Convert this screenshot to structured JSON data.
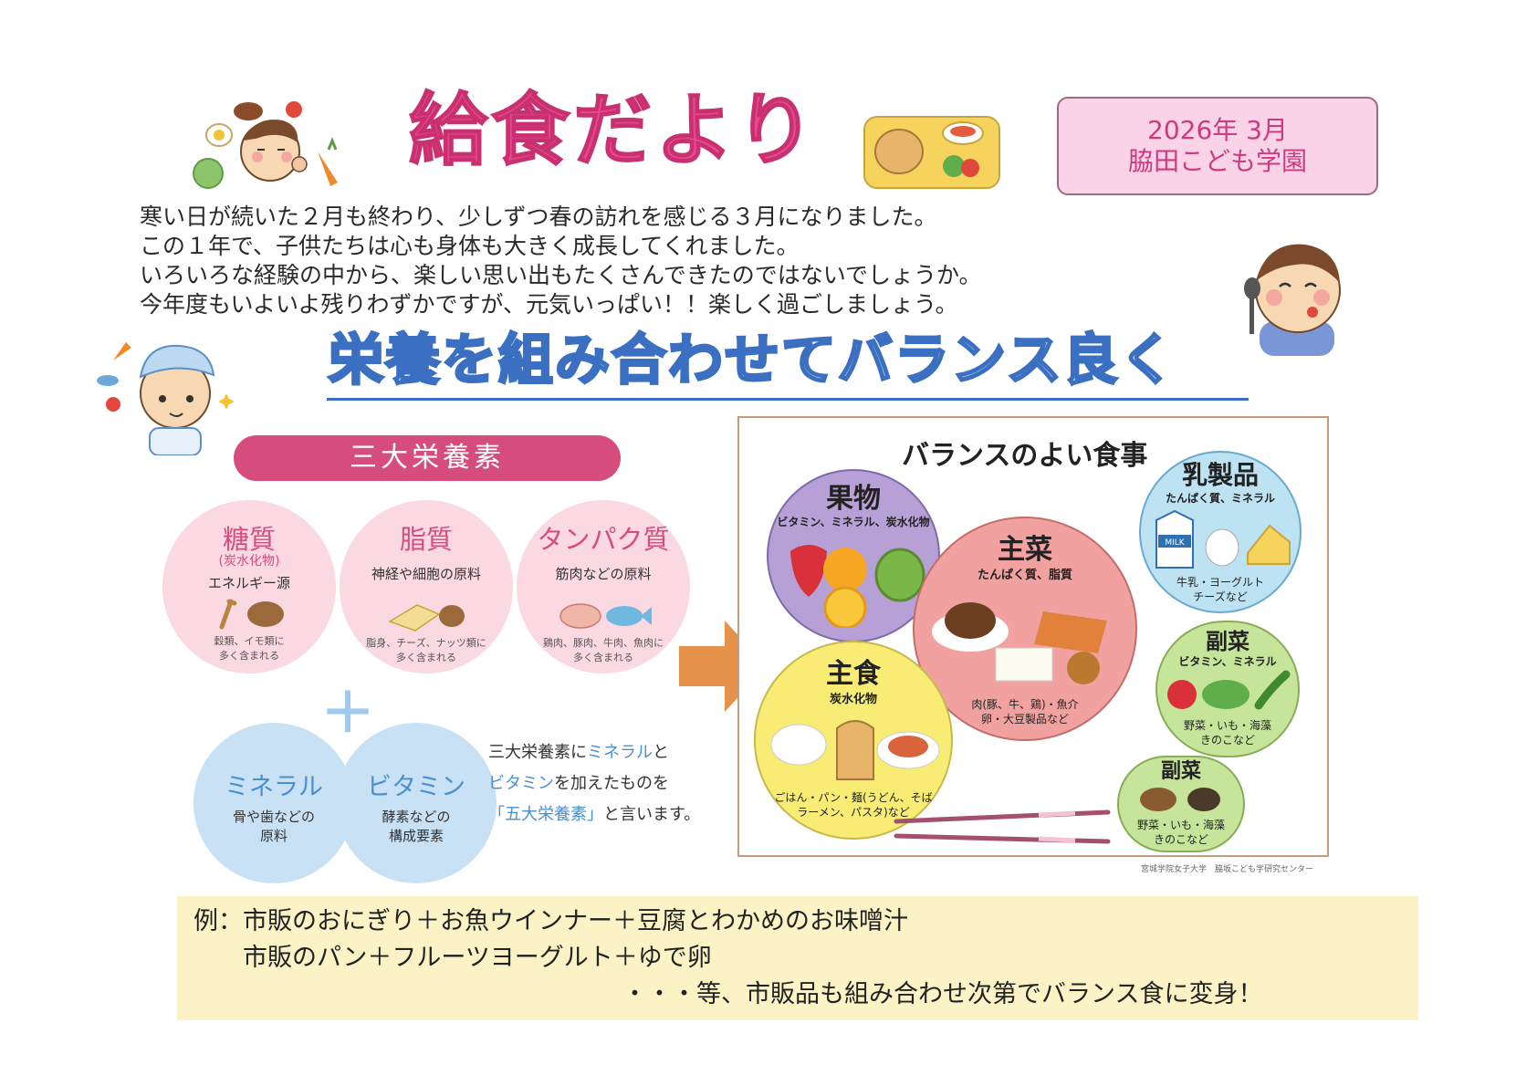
{
  "header": {
    "title": "給食だより",
    "date": "2026年 3月",
    "school": "脇田こども学園"
  },
  "intro": {
    "lines": [
      "寒い日が続いた２月も終わり、少しずつ春の訪れを感じる３月になりました。",
      "この１年で、子供たちは心も身体も大きく成長してくれました。",
      "いろいろな経験の中から、楽しい思い出もたくさんできたのではないでしょうか。",
      "今年度もいよいよ残りわずかですが、元気いっぱい！！楽しく過ごしましょう。"
    ]
  },
  "section": {
    "heading": "栄養を組み合わせてバランス良く",
    "three_nutrients_label": "三大栄養素",
    "nutrients": [
      {
        "name": "糖質",
        "sub": "(炭水化物)",
        "role": "エネルギー源",
        "foods": "穀類、イモ類に",
        "foods2": "多く含まれる"
      },
      {
        "name": "脂質",
        "sub": "",
        "role": "神経や細胞の原料",
        "foods": "脂身、チーズ、ナッツ類に",
        "foods2": "多く含まれる"
      },
      {
        "name": "タンパク質",
        "sub": "",
        "role": "筋肉などの原料",
        "foods": "鶏肉、豚肉、牛肉、魚肉に",
        "foods2": "多く含まれる"
      }
    ],
    "plus_sign": "＋",
    "extras": [
      {
        "name": "ミネラル",
        "role1": "骨や歯などの",
        "role2": "原料"
      },
      {
        "name": "ビタミン",
        "role1": "酵素などの",
        "role2": "構成要素"
      }
    ],
    "five_desc": {
      "l1a": "三大栄養素に",
      "l1b": "ミネラル",
      "l1c": "と",
      "l2a": "ビタミン",
      "l2b": "を加えたものを",
      "l3a": "「五大栄養素」",
      "l3b": "と言います。"
    }
  },
  "balance": {
    "title": "バランスのよい食事",
    "groups": {
      "fruit": {
        "name": "果物",
        "sub": "ビタミン、ミネラル、炭水化物"
      },
      "main_dish": {
        "name": "主菜",
        "sub": "たんぱく質、脂質",
        "foot1": "肉(豚、牛、鶏)・魚介",
        "foot2": "卵・大豆製品など"
      },
      "staple": {
        "name": "主食",
        "sub": "炭水化物",
        "foot1": "ごはん・パン・麺(うどん、そば",
        "foot2": "ラーメン、パスタ)など"
      },
      "dairy": {
        "name": "乳製品",
        "sub": "たんぱく質、ミネラル",
        "foot1": "牛乳・ヨーグルト",
        "foot2": "チーズなど"
      },
      "side1": {
        "name": "副菜",
        "sub": "ビタミン、ミネラル",
        "foot1": "野菜・いも・海藻",
        "foot2": "きのこなど"
      },
      "side2": {
        "name": "副菜",
        "foot1": "野菜・いも・海藻",
        "foot2": "きのこなど"
      }
    },
    "milk_label": "MILK",
    "credit": "宮城学院女子大学　脇坂こども学研究センター"
  },
  "example": {
    "lines": [
      "例：市販のおにぎり＋お魚ウインナー＋豆腐とわかめのお味噌汁",
      "　　市販のパン＋フルーツヨーグルト＋ゆで卵",
      "・・・等、市販品も組み合わせ次第でバランス食に変身！"
    ]
  },
  "colors": {
    "title": "#e8488f",
    "heading": "#3b6fc2",
    "pill": "#d64c7c",
    "nutrient_circle": "#fad9e3",
    "extra_circle": "#c8e1f4",
    "example_bg": "#fbf3c5"
  }
}
